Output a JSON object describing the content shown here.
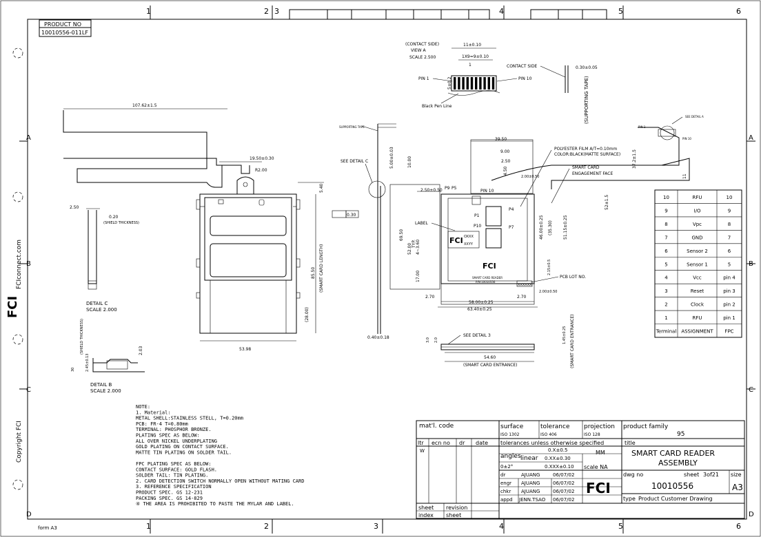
{
  "border": {
    "columns_top": [
      "1",
      "2",
      "3",
      "4",
      "5",
      "6"
    ],
    "columns_bottom": [
      "1",
      "2",
      "3",
      "4",
      "5",
      "6"
    ],
    "rows_left": [
      "A",
      "B",
      "C",
      "D"
    ],
    "rows_right": [
      "A",
      "B",
      "C",
      "D"
    ]
  },
  "product_no": {
    "label": "PRODUCT NO",
    "value": "10010556-011LF"
  },
  "side_text": {
    "company": "FCIconnect.com",
    "copyright": "Copyright FCI",
    "form": "form A3"
  },
  "view_a": {
    "header": "(CONTACT SIDE)",
    "view": "VIEW  A",
    "scale": "SCALE  2.500",
    "dim_width": "11±0.10",
    "dim_pitch": "1X9=9±0.10",
    "dim_1": "1",
    "pin1": "PIN 1",
    "pin10": "PIN 10",
    "contact_side": "CONTACT SIDE",
    "dim_thick": "0.30±0.05",
    "pen_line": "Black Pen Line",
    "supporting_tape": "(SUPPORTING TAPE)",
    "dim_left": "5±0.2"
  },
  "left_view": {
    "dim_length": "107.62±1.5",
    "dim_tab": "19.50±0.30",
    "radius": "R2.00",
    "see_detail_c": "SEE DETAIL  C",
    "dim_5": "5.00±0.03",
    "dim_10": "10.00",
    "dim_540": "5.40",
    "dim_card_len": "85.50",
    "card_length": "(SMART CARD LENGTH)",
    "dim_28": "(28.00)",
    "dim_width": "53.98",
    "supporting_tape": "SUPPORTING TAPE",
    "flat": "0.30",
    "dim_040": "0.40±0.18"
  },
  "detail_c": {
    "dim_250": "2.50",
    "dim_020": "0.20",
    "shield": "(SHIELD THICKNESS)",
    "title": "DETAIL  C",
    "scale": "SCALE  2.000"
  },
  "detail_b": {
    "dim_30": "30",
    "shield": "(SHIELD THICKNESS)",
    "dim_245": "2.45±0.13",
    "dim_203": "2.03",
    "title": "DETAIL  B",
    "scale": "SCALE  2.000"
  },
  "center_view": {
    "dim_3950": "39.50",
    "dim_900": "9.00",
    "dim_250": "2.50",
    "dim_450": "4.50",
    "dim_200": "2.00±0.50",
    "polyester": "POLYESTER FILM A/T=0.10mm",
    "polyester2": "COLOR:BLACK(MATTE SURFACE)",
    "engage": "SMART CARD",
    "engage2": "ENGAGEMENT FACE",
    "dim_372": "37.2±1.5",
    "dim_52": "52±1.5",
    "dim_11": "11",
    "p9": "P9",
    "p5": "P5",
    "p1": "P1",
    "p4": "P4",
    "p10": "P10",
    "p7": "P7",
    "pin10": "PIN 10",
    "dim_250b": "2.50±0.50",
    "label": "LABEL",
    "dim_6950": "69.50",
    "dim_5200": "52.00",
    "typ": "TYP.",
    "dim_436": "4~3.60",
    "dim_1700": "17.00",
    "dim_4600": "46.00±0.25",
    "dim_3530": "(35.30)",
    "dim_5115": "51.15±0.25",
    "dim_215": "2.15±0.5",
    "pcb_lot": "PCB LOT NO.",
    "lot_code": "XXXXXX",
    "dim_200b": "2.00±0.50",
    "dim_270a": "2.70",
    "dim_270b": "2.70",
    "dim_5800": "58.00±0.25",
    "dim_6340": "63.40±0.25",
    "label_code1": "OXXX",
    "label_code2": "XXYY",
    "reader_title": "SMART CARD READER",
    "reader_pn": "P/N:10010556"
  },
  "bottom_view": {
    "dim_30": "3.0",
    "dim_20": "2.0",
    "see_detail_3": "SEE DETAIL  3",
    "dim_5460": "54.60",
    "entrance": "(SMART CARD ENTRANCE)",
    "dim_145": "1.45±0.25",
    "entrance_v": "(SMART CARD ENTRANCE)"
  },
  "right_detail": {
    "pin1": "PIN 1",
    "pin10": "PIN 10",
    "see_detail": "SEE DETAIL  A"
  },
  "pin_table": {
    "headers": [
      "Terminal",
      "ASSIGNMENT",
      "FPC"
    ],
    "rows": [
      [
        "10",
        "RFU",
        "10"
      ],
      [
        "9",
        "I/O",
        "9"
      ],
      [
        "8",
        "Vpc",
        "8"
      ],
      [
        "7",
        "GND",
        "7"
      ],
      [
        "6",
        "Sensor 2",
        "6"
      ],
      [
        "5",
        "Sensor 1",
        "5"
      ],
      [
        "4",
        "Vcc",
        "pin 4"
      ],
      [
        "3",
        "Reset",
        "pin 3"
      ],
      [
        "2",
        "Clock",
        "pin 2"
      ],
      [
        "1",
        "RFU",
        "pin 1"
      ]
    ]
  },
  "notes": [
    "NOTE:",
    "1. Material:",
    "     METAL SHELL:STAINLESS STELL, T=0.20mm",
    "     PCB: FR-4  T=0.80mm",
    "     TERMINAL: PHOSPHOR BRONZE.",
    "              PLATING SPEC AS BELOW:",
    "              ALL OVER NICKEL UNDERPLATING",
    "              GOLD PLATING ON CONTACT SURFACE.",
    "              MATTE TIN PLATING ON SOLDER TAIL.",
    "",
    "     FPC PLATING SPEC AS BELOW:",
    "              CONTACT SURFACE: GOLD FLASH.",
    "              SOLDER TAIL: TIN PLATING.",
    "2. CARD DETECTION SWITCH NORMALLY OPEN WITHOUT MATING CARD",
    "3. REFERENCE SPECIFICATION",
    "     PRODUCT SPEC. GS 12-231",
    "     PACKING SPEC. GS 14-829",
    "④ THE AREA IS PROHIBITED TO PASTE THE MYLAR AND LABEL."
  ],
  "title_block": {
    "matl_code": "mat'l. code",
    "surface": "surface",
    "surface_std": "ISO 1302",
    "tolerance": "tolerance",
    "tol_std": "ISO 406",
    "projection": "projection",
    "proj_std": "ISO 128",
    "product_family": "product family",
    "family_value": "95",
    "ltr": "ltr",
    "ecn_no": "ecn no",
    "dr": "dr",
    "date": "date",
    "rev_letter": "W",
    "tolerances_note": "tolerances unless otherwise specified",
    "title_label": "title",
    "title_line1": "SMART CARD READER",
    "title_line2": "ASSEMBLY",
    "angles": "angles",
    "angle_val": "0±2°",
    "linear": "linear",
    "tol1": "0.X±0.5",
    "tol2": "0.XX±0.30",
    "tol3": "0.XXX±0.10",
    "units": "MM",
    "scale": "scale NA",
    "roles": [
      "dr",
      "engr",
      "chkr",
      "appd"
    ],
    "names": [
      "AJUANG",
      "AJUANG",
      "AJUANG",
      "JENN.TSAO"
    ],
    "dates": [
      "06/07/02",
      "06/07/02",
      "06/07/02",
      "06/07/02"
    ],
    "dwg_no_label": "dwg no",
    "dwg_no": "10010556",
    "sheet_label": "sheet",
    "sheet_of": "3of21",
    "size_label": "size",
    "size": "A3",
    "type_label": "type",
    "type_value": "Product Customer Drawing",
    "sheet_index": "sheet",
    "index": "index",
    "revision": "revision",
    "rev_sheet": "sheet",
    "logo": "FCI"
  },
  "logo_text": "FCI"
}
